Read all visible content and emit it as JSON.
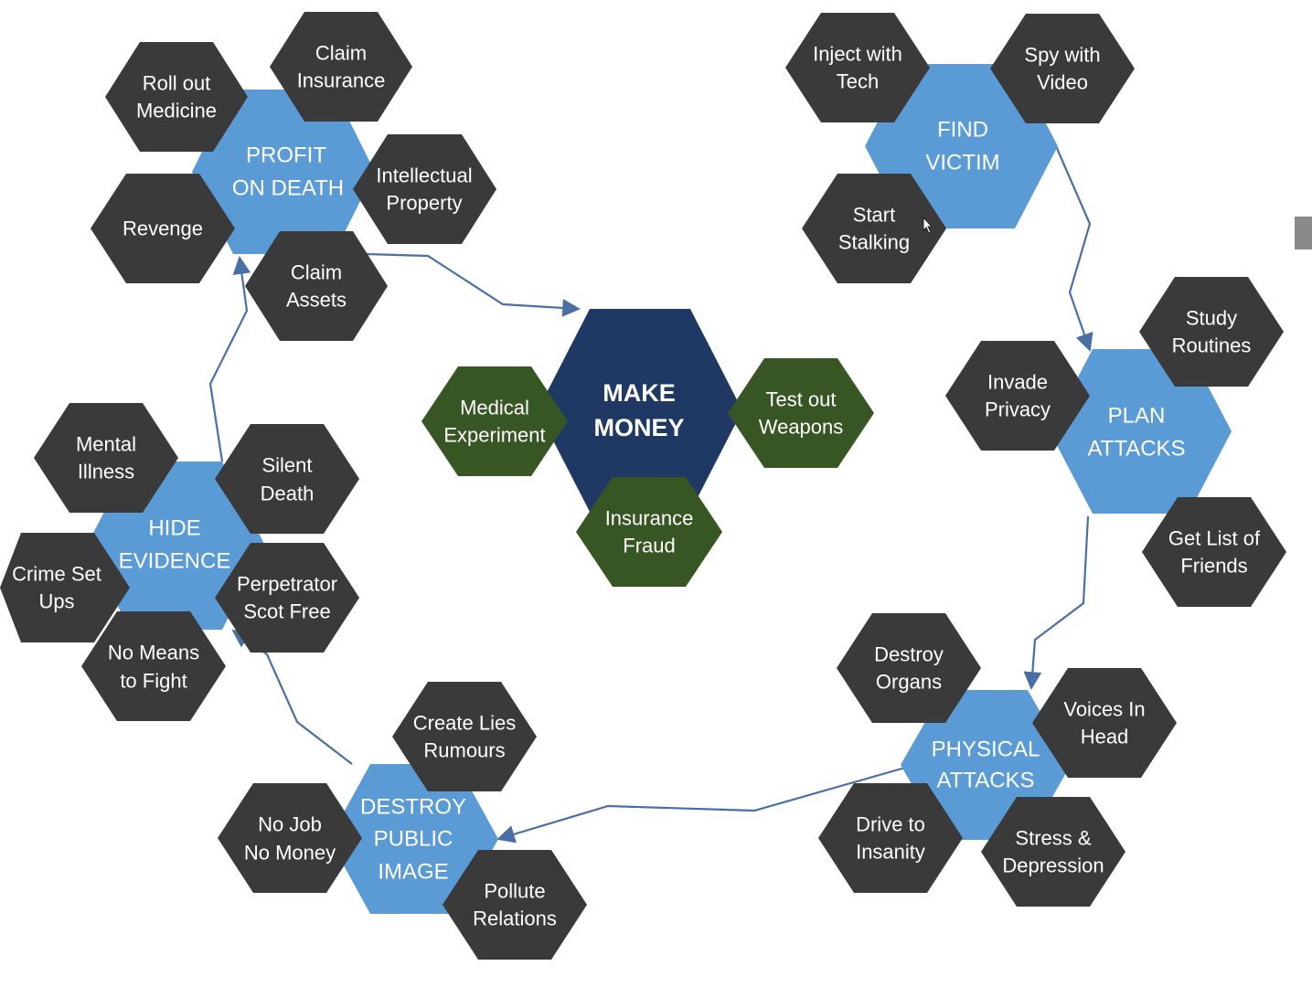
{
  "diagram": {
    "center": {
      "id": "make-money",
      "lines": [
        "MAKE",
        "MONEY"
      ]
    },
    "methods": [
      {
        "id": "medical-experiment",
        "lines": [
          "Medical",
          "Experiment"
        ]
      },
      {
        "id": "test-out-weapons",
        "lines": [
          "Test out",
          "Weapons"
        ]
      },
      {
        "id": "insurance-fraud",
        "lines": [
          "Insurance",
          "Fraud"
        ]
      }
    ],
    "stages": [
      {
        "id": "profit-on-death",
        "lines": [
          "PROFIT",
          "ON DEATH"
        ]
      },
      {
        "id": "find-victim",
        "lines": [
          "FIND",
          "VICTIM"
        ]
      },
      {
        "id": "plan-attacks",
        "lines": [
          "PLAN",
          "ATTACKS"
        ]
      },
      {
        "id": "physical-attacks",
        "lines": [
          "PHYSICAL",
          "ATTACKS"
        ]
      },
      {
        "id": "destroy-public-image",
        "lines": [
          "DESTROY",
          "PUBLIC",
          "IMAGE"
        ]
      },
      {
        "id": "hide-evidence",
        "lines": [
          "HIDE",
          "EVIDENCE"
        ]
      }
    ],
    "steps": [
      {
        "id": "roll-out-medicine",
        "lines": [
          "Roll out",
          "Medicine"
        ]
      },
      {
        "id": "claim-insurance",
        "lines": [
          "Claim",
          "Insurance"
        ]
      },
      {
        "id": "intellectual-property",
        "lines": [
          "Intellectual",
          "Property"
        ]
      },
      {
        "id": "revenge",
        "lines": [
          "Revenge"
        ]
      },
      {
        "id": "claim-assets",
        "lines": [
          "Claim",
          "Assets"
        ]
      },
      {
        "id": "inject-with-tech",
        "lines": [
          "Inject with",
          "Tech"
        ]
      },
      {
        "id": "spy-with-video",
        "lines": [
          "Spy with",
          "Video"
        ]
      },
      {
        "id": "start-stalking",
        "lines": [
          "Start",
          "Stalking"
        ]
      },
      {
        "id": "study-routines",
        "lines": [
          "Study",
          "Routines"
        ]
      },
      {
        "id": "invade-privacy",
        "lines": [
          "Invade",
          "Privacy"
        ]
      },
      {
        "id": "get-list-of-friends",
        "lines": [
          "Get List of",
          "Friends"
        ]
      },
      {
        "id": "destroy-organs",
        "lines": [
          "Destroy",
          "Organs"
        ]
      },
      {
        "id": "voices-in-head",
        "lines": [
          "Voices In",
          "Head"
        ]
      },
      {
        "id": "drive-to-insanity",
        "lines": [
          "Drive to",
          "Insanity"
        ]
      },
      {
        "id": "stress-depression",
        "lines": [
          "Stress &",
          "Depression"
        ]
      },
      {
        "id": "create-lies-rumours",
        "lines": [
          "Create Lies",
          "Rumours"
        ]
      },
      {
        "id": "no-job-no-money",
        "lines": [
          "No Job",
          "No Money"
        ]
      },
      {
        "id": "pollute-relations",
        "lines": [
          "Pollute",
          "Relations"
        ]
      },
      {
        "id": "mental-illness",
        "lines": [
          "Mental",
          "Illness"
        ]
      },
      {
        "id": "silent-death",
        "lines": [
          "Silent",
          "Death"
        ]
      },
      {
        "id": "crime-set-ups",
        "lines": [
          "Crime Set",
          "Ups"
        ]
      },
      {
        "id": "perpetrator-scot-free",
        "lines": [
          "Perpetrator",
          "Scot Free"
        ]
      },
      {
        "id": "no-means-to-fight",
        "lines": [
          "No Means",
          "to Fight"
        ]
      }
    ],
    "flow": [
      {
        "from": "find-victim",
        "to": "plan-attacks"
      },
      {
        "from": "plan-attacks",
        "to": "physical-attacks"
      },
      {
        "from": "physical-attacks",
        "to": "destroy-public-image"
      },
      {
        "from": "destroy-public-image",
        "to": "hide-evidence"
      },
      {
        "from": "hide-evidence",
        "to": "profit-on-death"
      },
      {
        "from": "profit-on-death",
        "to": "make-money"
      }
    ],
    "colors": {
      "center": "#1f3864",
      "method": "#375623",
      "stage": "#5b9bd5",
      "step": "#3a3a3a",
      "edge": "#4a6fa5",
      "background": "#ffffff"
    }
  }
}
